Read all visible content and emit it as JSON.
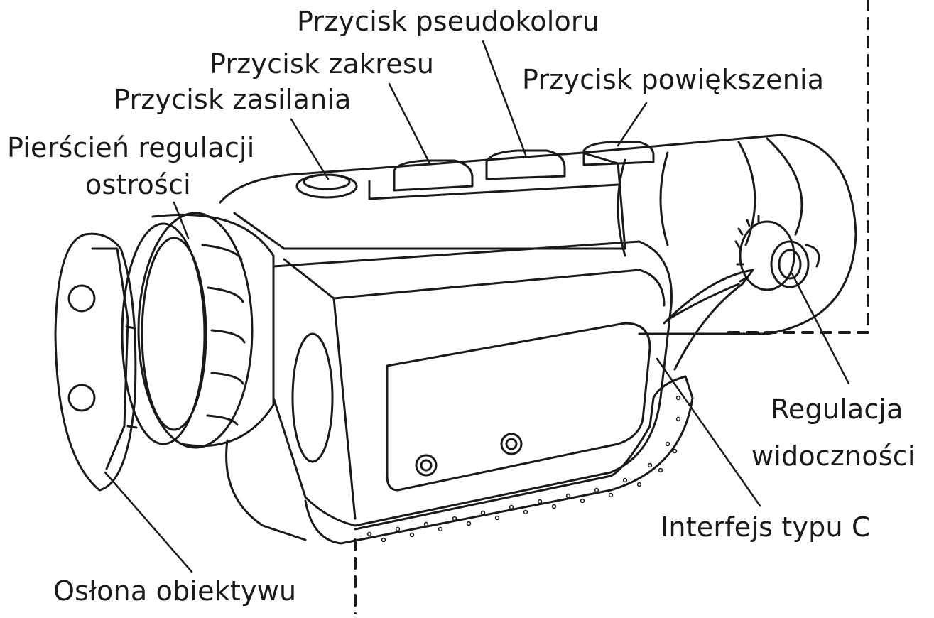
{
  "diagram": {
    "labels": {
      "pseudocolor_button": "Przycisk pseudokoloru",
      "range_button": "Przycisk zakresu",
      "zoom_button": "Przycisk powiększenia",
      "power_button": "Przycisk zasilania",
      "focus_ring_line1": "Pierścień regulacji",
      "focus_ring_line2": "ostrości",
      "diopter_line1": "Regulacja",
      "diopter_line2": "widoczności",
      "usb_c_port": "Interfejs typu C",
      "lens_cover": "Osłona obiektywu"
    },
    "colors": {
      "ink": "#1a1a1a",
      "background": "#ffffff"
    }
  }
}
